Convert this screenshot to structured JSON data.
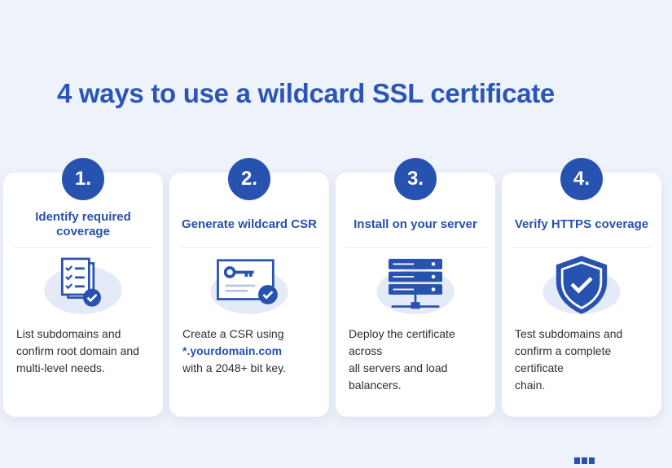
{
  "title": "4 ways to use a wildcard SSL certificate",
  "accent_color": "#2752b0",
  "cards": [
    {
      "number": "1.",
      "heading": "Identify required coverage",
      "icon": "checklist-icon",
      "lines": [
        "List subdomains and",
        "confirm root domain and",
        "multi-level needs."
      ]
    },
    {
      "number": "2.",
      "heading": "Generate wildcard CSR",
      "icon": "key-certificate-icon",
      "line1": "Create a CSR using",
      "highlight": "*.yourdomain.com",
      "line3": "with a 2048+ bit key."
    },
    {
      "number": "3.",
      "heading": "Install on your server",
      "icon": "server-icon",
      "lines": [
        "Deploy the certificate across",
        "all servers and load",
        "balancers."
      ]
    },
    {
      "number": "4.",
      "heading": "Verify HTTPS coverage",
      "icon": "shield-check-icon",
      "lines": [
        "Test subdomains and",
        "confirm a complete certificate",
        "chain."
      ]
    }
  ]
}
